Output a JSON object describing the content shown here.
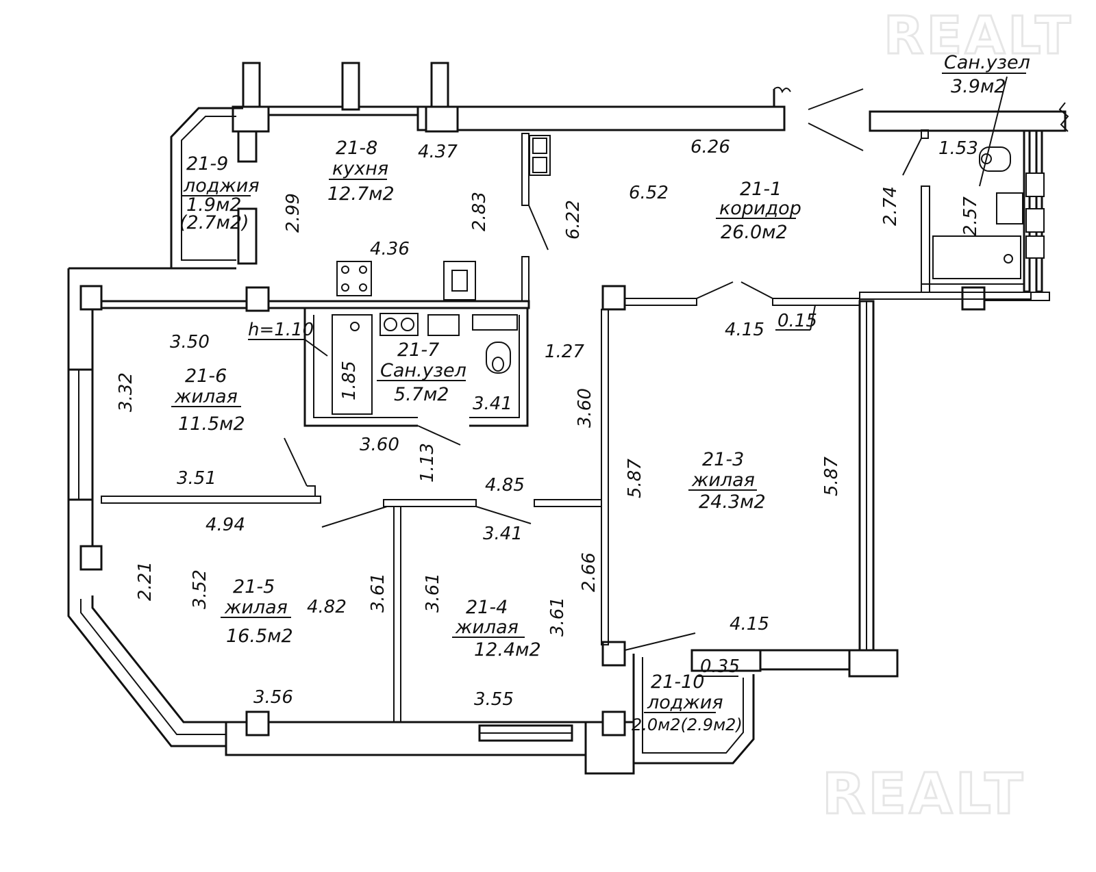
{
  "watermark": "REALT",
  "rooms": [
    {
      "id": "room-21-1",
      "number": "21-1",
      "name": "коридор",
      "area": "26.0м2"
    },
    {
      "id": "room-21-3",
      "number": "21-3",
      "name": "жилая",
      "area": "24.3м2"
    },
    {
      "id": "room-21-4",
      "number": "21-4",
      "name": "жилая",
      "area": "12.4м2"
    },
    {
      "id": "room-21-5",
      "number": "21-5",
      "name": "жилая",
      "area": "16.5м2"
    },
    {
      "id": "room-21-6",
      "number": "21-6",
      "name": "жилая",
      "area": "11.5м2"
    },
    {
      "id": "room-21-7",
      "number": "21-7",
      "name": "Сан.узел",
      "area": "5.7м2"
    },
    {
      "id": "room-21-8",
      "number": "21-8",
      "name": "кухня",
      "area": "12.7м2"
    },
    {
      "id": "room-21-9",
      "number": "21-9",
      "name": "лоджия",
      "area": "1.9м2",
      "area_alt": "(2.7м2)"
    },
    {
      "id": "room-21-10",
      "number": "21-10",
      "name": "лоджия",
      "area": "2.0м2(2.9м2)"
    },
    {
      "id": "room-sanuzel-2",
      "number": "",
      "name": "Сан.узел",
      "area": "3.9м2"
    }
  ],
  "dimensions": [
    "4.37",
    "2.99",
    "2.83",
    "4.36",
    "6.26",
    "6.52",
    "6.22",
    "2.74",
    "1.53",
    "2.57",
    "h=1.10",
    "3.50",
    "3.32",
    "1.85",
    "3.41",
    "1.27",
    "3.60",
    "4.15",
    "0.15",
    "3.60",
    "1.13",
    "3.51",
    "4.85",
    "5.87",
    "5.87",
    "4.94",
    "3.41",
    "2.21",
    "3.52",
    "4.82",
    "3.61",
    "3.61",
    "3.61",
    "2.66",
    "4.15",
    "0.35",
    "3.56",
    "3.55"
  ]
}
